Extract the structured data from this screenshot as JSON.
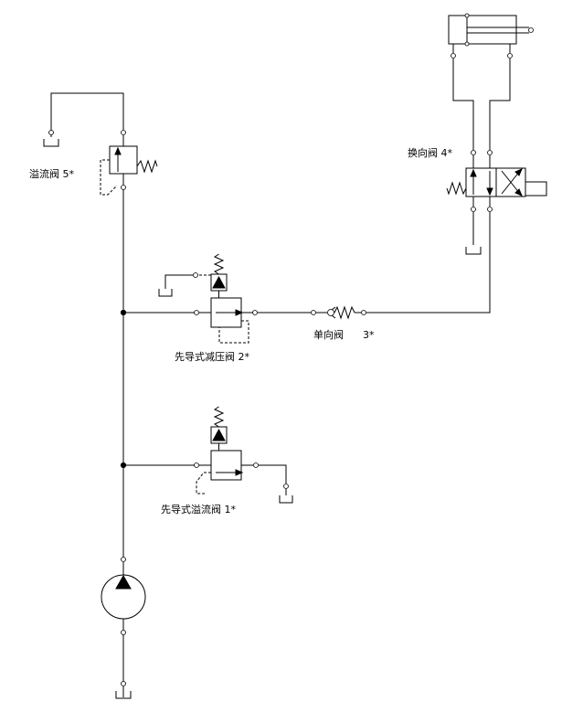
{
  "diagram": {
    "labels": {
      "relief_valve_5": "溢流阀  5*",
      "directional_valve_4": "换向阀 4*",
      "pressure_reducing_valve_2": "先导式减压阀   2*",
      "check_valve_text": "单向阀",
      "check_valve_num": "3*",
      "pilot_relief_valve_1": "先导式溢流阀    1*"
    }
  }
}
